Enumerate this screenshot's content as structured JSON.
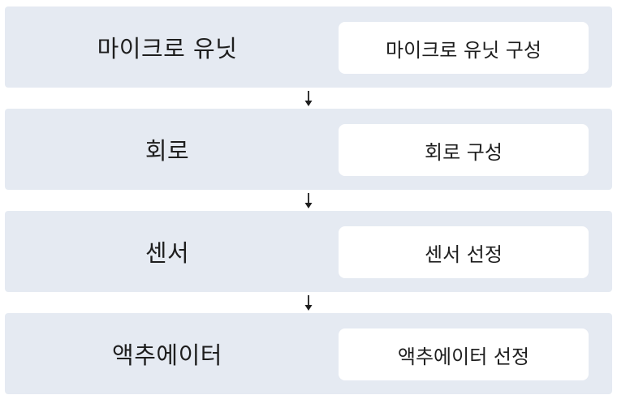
{
  "stages": [
    {
      "label": "마이크로 유닛",
      "box": "마이크로 유닛 구성"
    },
    {
      "label": "회로",
      "box": "회로 구성"
    },
    {
      "label": "센서",
      "box": "센서 선정"
    },
    {
      "label": "액추에이터",
      "box": "액추에이터 선정"
    }
  ],
  "colors": {
    "stage_bg": "#e5eaf2",
    "box_bg": "#ffffff",
    "text": "#1e1e1e",
    "arrow": "#1e1e1e"
  }
}
